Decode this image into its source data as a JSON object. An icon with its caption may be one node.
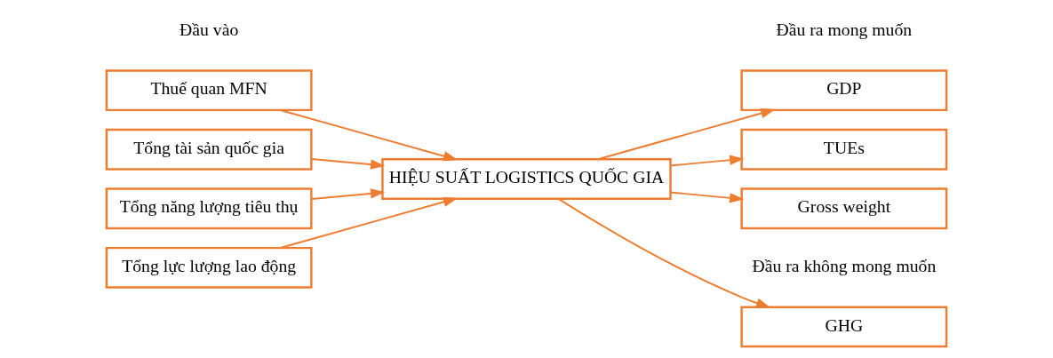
{
  "diagram": {
    "nodes": [
      {
        "text": [
          "Thuế quan MFN"
        ]
      },
      {
        "text": [
          "Tổng tài sản quốc gia"
        ]
      },
      {
        "text": [
          "Tổng năng lượng tiêu thụ"
        ]
      },
      {
        "text": [
          "Tổng lực lượng lao động"
        ]
      },
      {
        "text": [
          "HIỆU SUẤT LOGISTICS QUỐC GIA"
        ]
      },
      {
        "text": [
          "GDP"
        ]
      },
      {
        "text": [
          "TUEs"
        ]
      },
      {
        "text": [
          "Gross weight"
        ]
      },
      {
        "text": [
          "GHG"
        ]
      }
    ],
    "edges": [
      {
        "from": 0,
        "to": 4,
        "arrow": "to"
      },
      {
        "from": 1,
        "to": 4,
        "arrow": "to"
      },
      {
        "from": 2,
        "to": 4,
        "arrow": "to"
      },
      {
        "from": 3,
        "to": 4,
        "arrow": "to"
      },
      {
        "from": 4,
        "to": 5,
        "arrow": "to"
      },
      {
        "from": 4,
        "to": 6,
        "arrow": "to"
      },
      {
        "from": 4,
        "to": 7,
        "arrow": "to"
      },
      {
        "from": 4,
        "to": 8,
        "arrow": "to"
      }
    ],
    "labels": [
      "Đầu vào",
      "Đầu ra mong muốn",
      "Đầu ra không mong muốn"
    ]
  }
}
